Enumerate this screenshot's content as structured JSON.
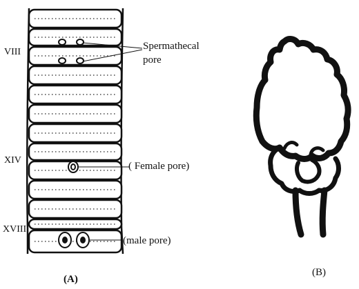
{
  "panel_a": {
    "segment_labels": {
      "viii": "VIII",
      "xiv": "XIV",
      "xviii": "XVIII"
    },
    "annotations": {
      "spermathecal_line1": "Spermathecal",
      "spermathecal_line2": "pore",
      "female_pore": "( Female pore)",
      "male_pore": "(male pore)"
    },
    "caption": "(A)"
  },
  "panel_b": {
    "caption": "(B)"
  },
  "colors": {
    "ink": "#111111",
    "background": "#ffffff"
  }
}
